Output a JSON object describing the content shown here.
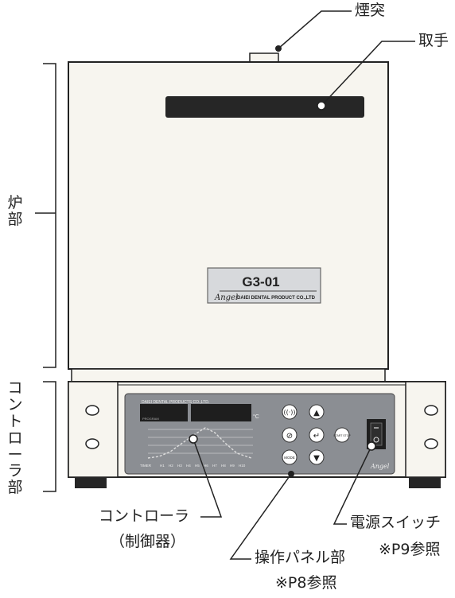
{
  "callouts": {
    "chimney": "煙突",
    "handle": "取手",
    "furnace": "炉部",
    "controller_section": "コントローラ部",
    "controller": "コントローラ",
    "controller_sub": "（制御器）",
    "panel": "操作パネル部",
    "panel_ref": "※P8参照",
    "power_switch": "電源スイッチ",
    "power_ref": "※P9参照"
  },
  "nameplate": {
    "model": "G3-01",
    "brand": "Angel",
    "maker": "DAIEI DENTAL PRODUCT CO.,LTD"
  },
  "panel": {
    "maker": "DAIEI DENTAL PRODUCTS CO.,LTD.",
    "sub_label": "PROGRAM",
    "unit": "°C",
    "profile_labels": [
      "TIMER",
      "H1",
      "H2",
      "H3",
      "H4",
      "H5",
      "H6",
      "H7",
      "H8",
      "H9",
      "H10"
    ],
    "start_stop": "START STOP",
    "mode": "MODE",
    "brand": "Angel"
  },
  "colors": {
    "body": "#f7f5ef",
    "handle": "#262626",
    "panel": "#8b8e93",
    "display": "#1e1e1e"
  }
}
